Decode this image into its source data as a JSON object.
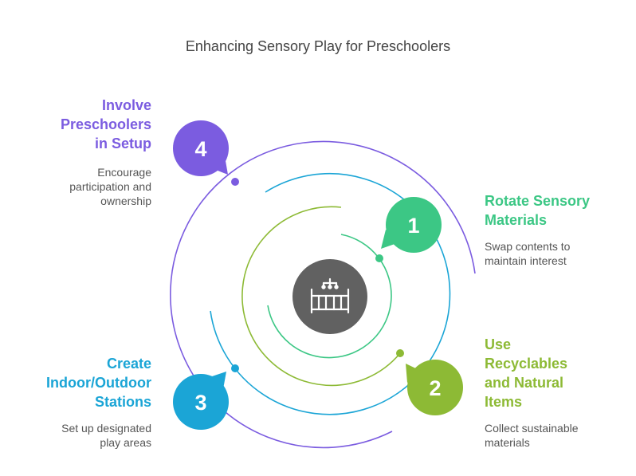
{
  "title": "Enhancing Sensory Play for Preschoolers",
  "center": {
    "icon": "crib-icon",
    "color": "#616161"
  },
  "steps": [
    {
      "number": "1",
      "heading_lines": [
        "Rotate Sensory",
        "Materials"
      ],
      "desc_lines": [
        "Swap contents to",
        "maintain interest"
      ],
      "color": "#3CC785"
    },
    {
      "number": "2",
      "heading_lines": [
        "Use",
        "Recyclables",
        "and Natural",
        "Items"
      ],
      "desc_lines": [
        "Collect sustainable",
        "materials"
      ],
      "color": "#8DBA35"
    },
    {
      "number": "3",
      "heading_lines": [
        "Create",
        "Indoor/Outdoor",
        "Stations"
      ],
      "desc_lines": [
        "Set up designated",
        "play areas"
      ],
      "color": "#1BA5D6"
    },
    {
      "number": "4",
      "heading_lines": [
        "Involve",
        "Preschoolers",
        "in Setup"
      ],
      "desc_lines": [
        "Encourage",
        "participation and",
        "ownership"
      ],
      "color": "#7B5CE0"
    }
  ]
}
